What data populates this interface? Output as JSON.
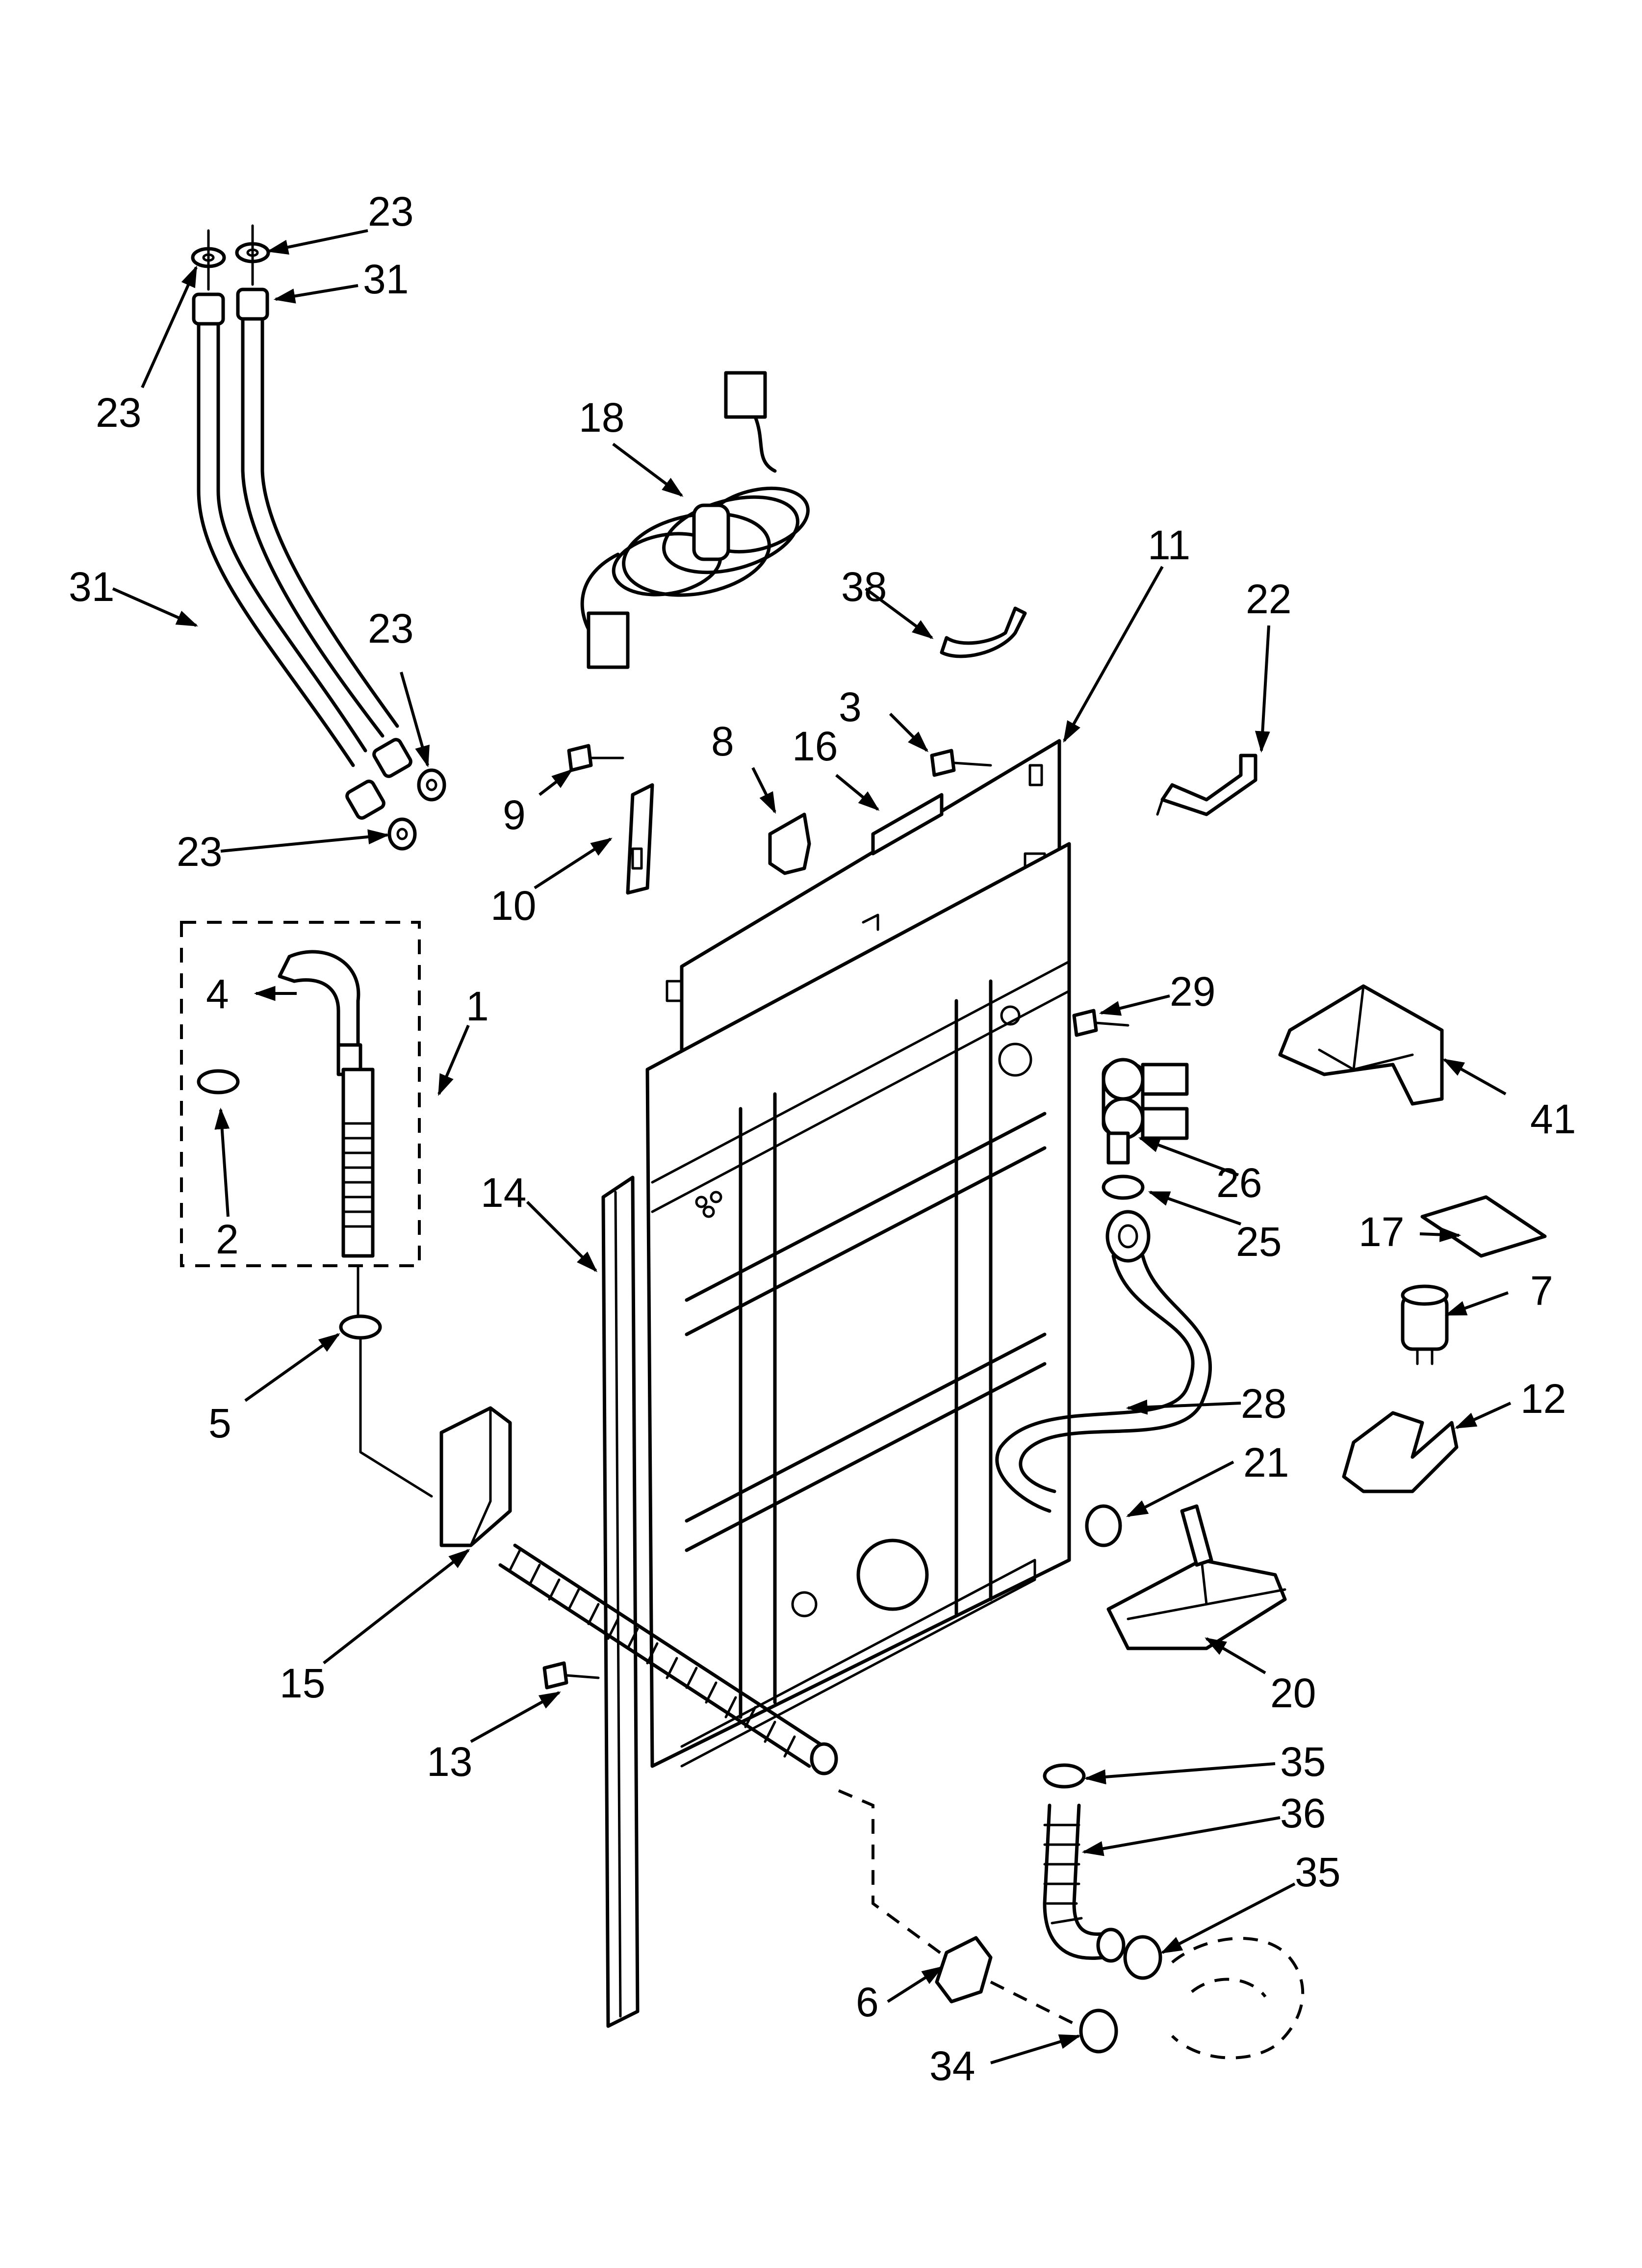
{
  "callouts": [
    {
      "key": "c1",
      "text": "1"
    },
    {
      "key": "c2",
      "text": "2"
    },
    {
      "key": "c3",
      "text": "3"
    },
    {
      "key": "c4",
      "text": "4"
    },
    {
      "key": "c5",
      "text": "5"
    },
    {
      "key": "c6",
      "text": "6"
    },
    {
      "key": "c7",
      "text": "7"
    },
    {
      "key": "c8",
      "text": "8"
    },
    {
      "key": "c9",
      "text": "9"
    },
    {
      "key": "c10",
      "text": "10"
    },
    {
      "key": "c11",
      "text": "11"
    },
    {
      "key": "c12",
      "text": "12"
    },
    {
      "key": "c13",
      "text": "13"
    },
    {
      "key": "c14",
      "text": "14"
    },
    {
      "key": "c15",
      "text": "15"
    },
    {
      "key": "c16",
      "text": "16"
    },
    {
      "key": "c17",
      "text": "17"
    },
    {
      "key": "c18",
      "text": "18"
    },
    {
      "key": "c20",
      "text": "20"
    },
    {
      "key": "c21",
      "text": "21"
    },
    {
      "key": "c22",
      "text": "22"
    },
    {
      "key": "c23a",
      "text": "23"
    },
    {
      "key": "c23b",
      "text": "23"
    },
    {
      "key": "c23c",
      "text": "23"
    },
    {
      "key": "c23d",
      "text": "23"
    },
    {
      "key": "c25",
      "text": "25"
    },
    {
      "key": "c26",
      "text": "26"
    },
    {
      "key": "c28",
      "text": "28"
    },
    {
      "key": "c29",
      "text": "29"
    },
    {
      "key": "c31a",
      "text": "31"
    },
    {
      "key": "c31b",
      "text": "31"
    },
    {
      "key": "c34",
      "text": "34"
    },
    {
      "key": "c35a",
      "text": "35"
    },
    {
      "key": "c35b",
      "text": "35"
    },
    {
      "key": "c36",
      "text": "36"
    },
    {
      "key": "c38",
      "text": "38"
    },
    {
      "key": "c41",
      "text": "41"
    }
  ]
}
